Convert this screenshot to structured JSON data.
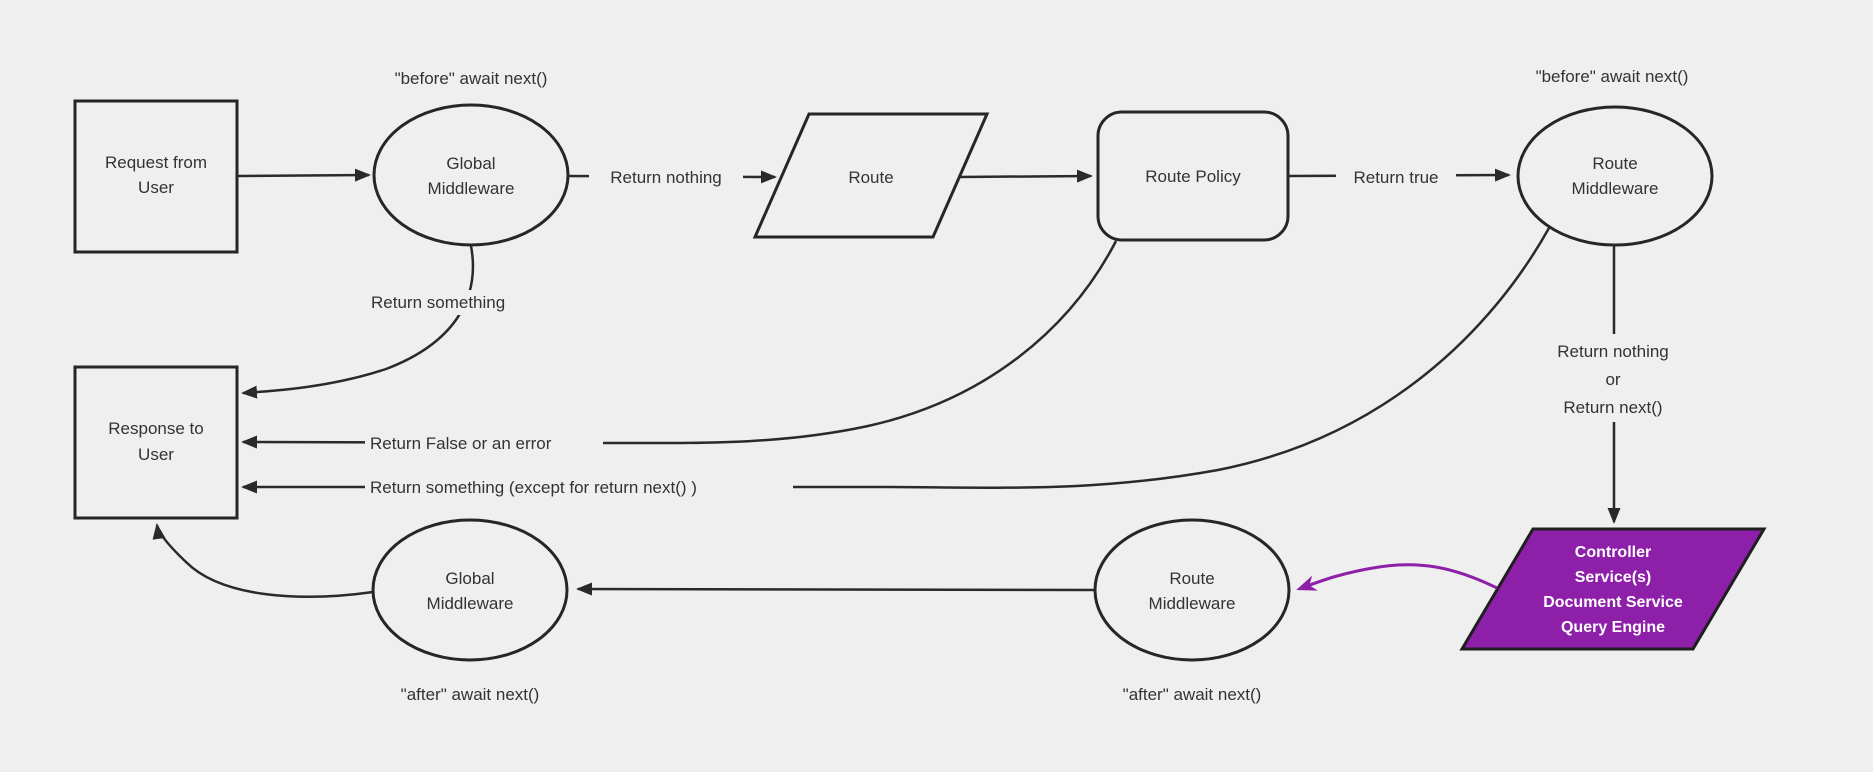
{
  "diagram": {
    "bg": "#efefef",
    "line_color": "#2a2a2a",
    "text_color": "#333333",
    "purple": "#8e1fa8",
    "purple_text": "#ffffff"
  },
  "nodes": {
    "request": {
      "l1": "Request from",
      "l2": "User"
    },
    "global_mw_top": {
      "l1": "Global",
      "l2": "Middleware"
    },
    "route": {
      "label": "Route"
    },
    "route_policy": {
      "label": "Route Policy"
    },
    "route_mw_top": {
      "l1": "Route",
      "l2": "Middleware"
    },
    "controller": {
      "l1": "Controller",
      "l2": "Service(s)",
      "l3": "Document Service",
      "l4": "Query Engine"
    },
    "route_mw_bottom": {
      "l1": "Route",
      "l2": "Middleware"
    },
    "global_mw_bottom": {
      "l1": "Global",
      "l2": "Middleware"
    },
    "response": {
      "l1": "Response to",
      "l2": "User"
    }
  },
  "annotations": {
    "before_await_left": "\"before\" await next()",
    "before_await_right": "\"before\" await next()",
    "after_await_left": "\"after\" await next()",
    "after_await_right": "\"after\" await next()"
  },
  "edges": {
    "return_nothing": "Return nothing",
    "return_true": "Return true",
    "return_something": "Return something",
    "return_false_or_error": "Return False or an error",
    "return_something_except": "Return something (except for return next() )",
    "return_nothing_or_l1": "Return nothing",
    "return_nothing_or_l2": "or",
    "return_nothing_or_l3": "Return next()"
  }
}
